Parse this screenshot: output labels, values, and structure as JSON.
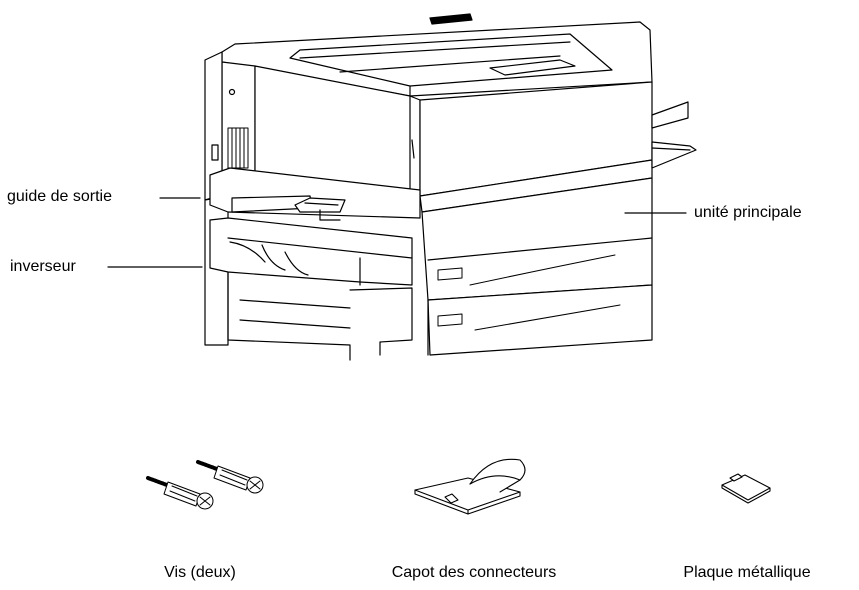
{
  "callouts": {
    "output_guide": "guide de sortie",
    "duplex": "inverseur",
    "main_unit": "unité principale"
  },
  "accessories": {
    "screws": "Vis (deux)",
    "connector_cover": "Capot des connecteurs",
    "metal_plate": "Plaque métallique"
  }
}
